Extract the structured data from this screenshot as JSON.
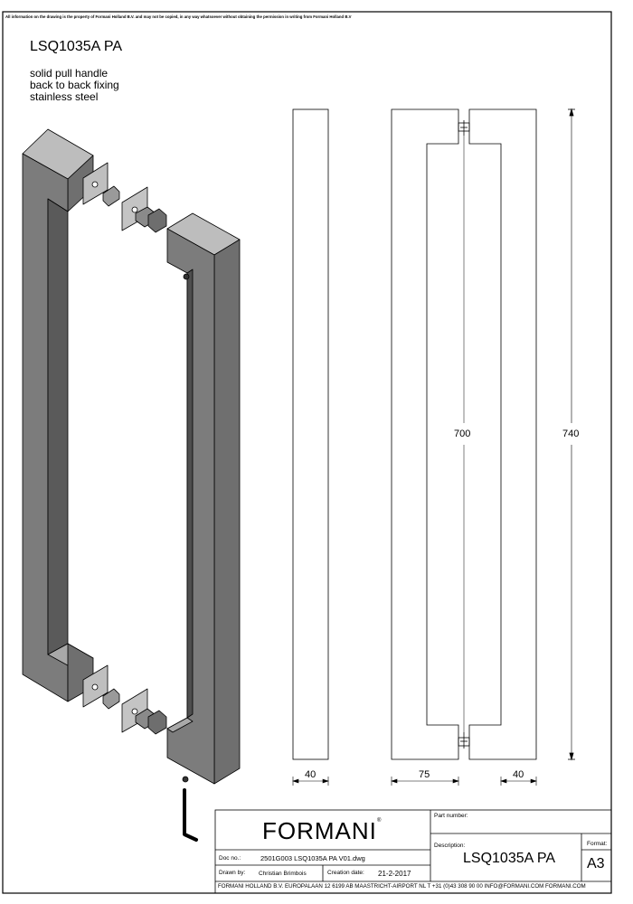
{
  "drawing": {
    "disclaimer": "All information on the drawing is the property of Formani Holland B.V. and may not be copied, in any way whatsoever without obtaining the permission in writing from Formani Holland B.V",
    "title": "LSQ1035A PA",
    "description_lines": [
      "solid pull handle",
      "back to back fixing",
      "stainless steel"
    ],
    "dimensions": {
      "inner_length": "700",
      "overall_length": "740",
      "bar_width_front": "40",
      "projection": "75",
      "bar_width_side": "40"
    }
  },
  "title_block": {
    "logo_text": "FORMANI",
    "logo_mark": "®",
    "part_number_label": "Part number:",
    "description_label": "Description:",
    "description_value": "LSQ1035A PA",
    "format_label": "Format:",
    "format_value": "A3",
    "doc_no_label": "Doc no.:",
    "doc_no_value": "2501G003 LSQ1035A PA V01.dwg",
    "drawn_by_label": "Drawn by:",
    "drawn_by_value": "Christian Brimbois",
    "creation_date_label": "Creation date:",
    "creation_date_value": "21-2-2017",
    "footer": "FORMANI HOLLAND B.V.  EUROPALAAN 12  6199 AB MAASTRICHT-AIRPORT NL  T +31 (0)43 308 90 00 INFO@FORMANI.COM FORMANI.COM"
  }
}
